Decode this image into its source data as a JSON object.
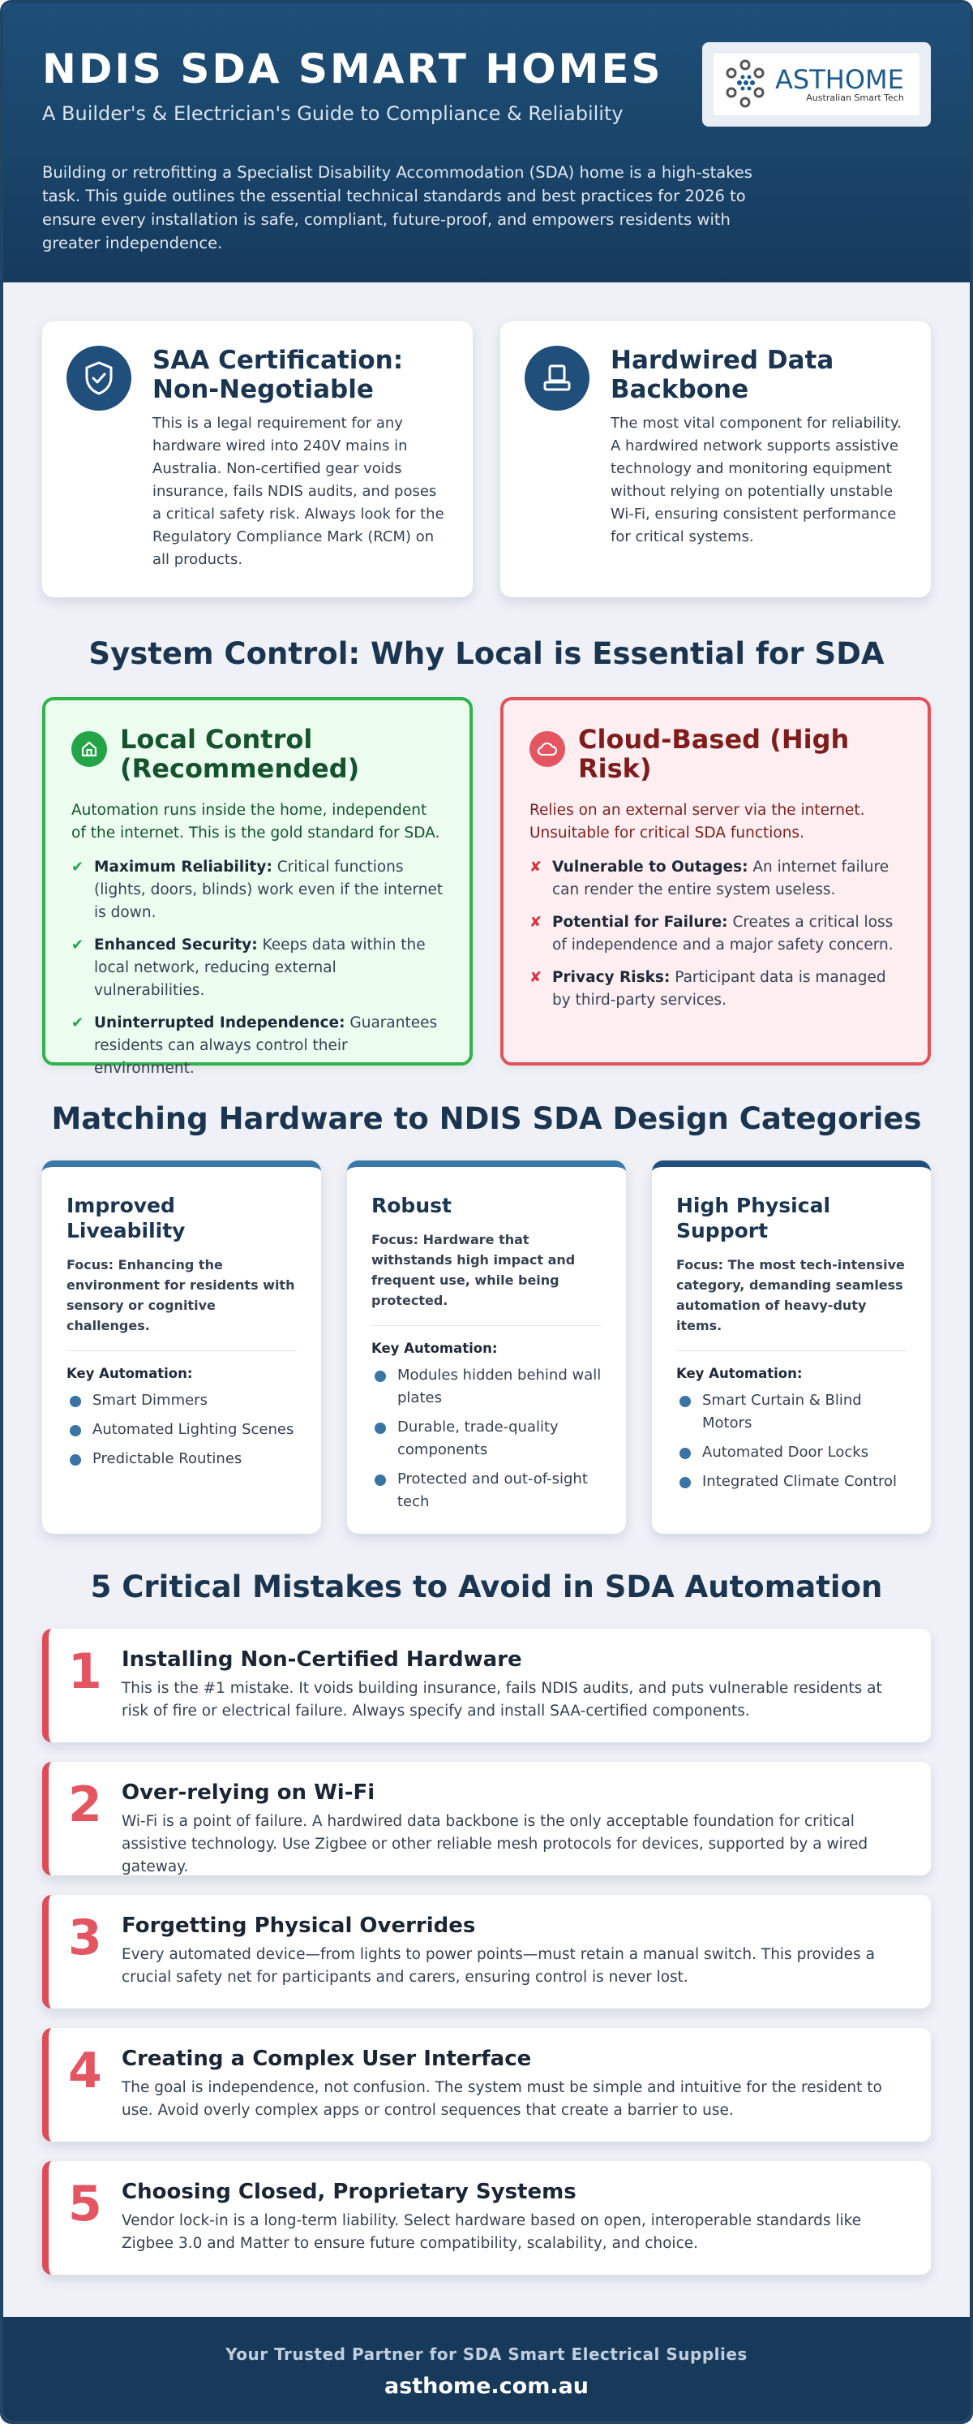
{
  "header": {
    "title": "NDIS SDA SMART HOMES",
    "subtitle": "A Builder's & Electrician's Guide to Compliance & Reliability",
    "intro": "Building or retrofitting a Specialist Disability Accommodation (SDA) home is a high-stakes task. This guide outlines the essential technical standards and best practices for 2026 to ensure every installation is safe, compliant, future-proof, and empowers residents with greater independence.",
    "logo_brand": "ASTHOME",
    "logo_tagline": "Australian Smart Tech"
  },
  "top_cards": [
    {
      "icon": "shield-check-icon",
      "title": "SAA Certification: Non-Negotiable",
      "text": "This is a legal requirement for any hardware wired into 240V mains in Australia. Non-certified gear voids insurance, fails NDIS audits, and poses a critical safety risk. Always look for the Regulatory Compliance Mark (RCM) on all products."
    },
    {
      "icon": "server-icon",
      "title": "Hardwired Data Backbone",
      "text": "The most vital component for reliability. A hardwired network supports assistive technology and monitoring equipment without relying on potentially unstable Wi-Fi, ensuring consistent performance for critical systems."
    }
  ],
  "control_section": {
    "title": "System Control: Why Local is Essential for SDA",
    "local": {
      "icon": "home-icon",
      "title": "Local Control (Recommended)",
      "intro": "Automation runs inside the home, independent of the internet. This is the gold standard for SDA.",
      "items": [
        {
          "label": "Maximum Reliability:",
          "text": " Critical functions (lights, doors, blinds) work even if the internet is down."
        },
        {
          "label": "Enhanced Security:",
          "text": " Keeps data within the local network, reducing external vulnerabilities."
        },
        {
          "label": "Uninterrupted Independence:",
          "text": " Guarantees residents can always control their environment."
        }
      ]
    },
    "cloud": {
      "icon": "cloud-icon",
      "title": "Cloud-Based (High Risk)",
      "intro": "Relies on an external server via the internet. Unsuitable for critical SDA functions.",
      "items": [
        {
          "label": "Vulnerable to Outages:",
          "text": " An internet failure can render the entire system useless."
        },
        {
          "label": "Potential for Failure:",
          "text": " Creates a critical loss of independence and a major safety concern."
        },
        {
          "label": "Privacy Risks:",
          "text": " Participant data is managed by third-party services."
        }
      ]
    }
  },
  "categories_section": {
    "title": "Matching Hardware to NDIS SDA Design Categories",
    "key_label": "Key Automation:",
    "cards": [
      {
        "title": "Improved Liveability",
        "focus": "Focus: Enhancing the environment for residents with sensory or cognitive challenges.",
        "items": [
          "Smart Dimmers",
          "Automated Lighting Scenes",
          "Predictable Routines"
        ]
      },
      {
        "title": "Robust",
        "focus": "Focus: Hardware that withstands high impact and frequent use, while being protected.",
        "items": [
          "Modules hidden behind wall plates",
          "Durable, trade-quality components",
          "Protected and out-of-sight tech"
        ]
      },
      {
        "title": "High Physical Support",
        "focus": "Focus: The most tech-intensive category, demanding seamless automation of heavy-duty items.",
        "items": [
          "Smart Curtain & Blind Motors",
          "Automated Door Locks",
          "Integrated Climate Control"
        ]
      }
    ]
  },
  "mistakes_section": {
    "title": "5 Critical Mistakes to Avoid in SDA Automation",
    "items": [
      {
        "num": "1",
        "title": "Installing Non-Certified Hardware",
        "text": "This is the #1 mistake. It voids building insurance, fails NDIS audits, and puts vulnerable residents at risk of fire or electrical failure. Always specify and install SAA-certified components."
      },
      {
        "num": "2",
        "title": "Over-relying on Wi-Fi",
        "text": "Wi-Fi is a point of failure. A hardwired data backbone is the only acceptable foundation for critical assistive technology. Use Zigbee or other reliable mesh protocols for devices, supported by a wired gateway."
      },
      {
        "num": "3",
        "title": "Forgetting Physical Overrides",
        "text": "Every automated device—from lights to power points—must retain a manual switch. This provides a crucial safety net for participants and carers, ensuring control is never lost."
      },
      {
        "num": "4",
        "title": "Creating a Complex User Interface",
        "text": "The goal is independence, not confusion. The system must be simple and intuitive for the resident to use. Avoid overly complex apps or control sequences that create a barrier to use."
      },
      {
        "num": "5",
        "title": "Choosing Closed, Proprietary Systems",
        "text": "Vendor lock-in is a long-term liability. Select hardware based on open, interoperable standards like Zigbee 3.0 and Matter to ensure future compatibility, scalability, and choice."
      }
    ]
  },
  "footer": {
    "tagline": "Your Trusted Partner for SDA Smart Electrical Supplies",
    "website": "asthome.com.au"
  },
  "colors": {
    "navy": "#1f4f7a",
    "green": "#2fb34c",
    "red": "#e0525c"
  }
}
